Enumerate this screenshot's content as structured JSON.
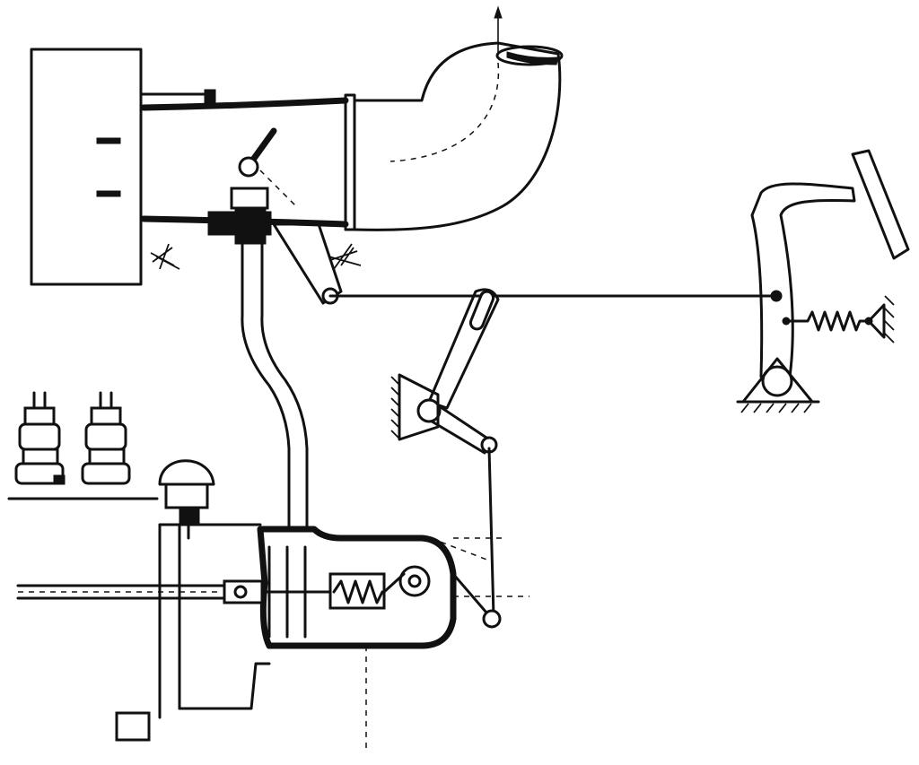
{
  "figure": {
    "style": "black line-art technical drawing on white background",
    "ink_color": "#111111",
    "background_color": "#ffffff",
    "components": [
      "intake-elbow",
      "air-cleaner",
      "throttle-butterfly",
      "throttle-linkage",
      "bell-crank",
      "accelerator-pedal",
      "return-spring",
      "injection-pump-governor",
      "governor-spring",
      "fuel-line",
      "injector-nozzles"
    ]
  }
}
